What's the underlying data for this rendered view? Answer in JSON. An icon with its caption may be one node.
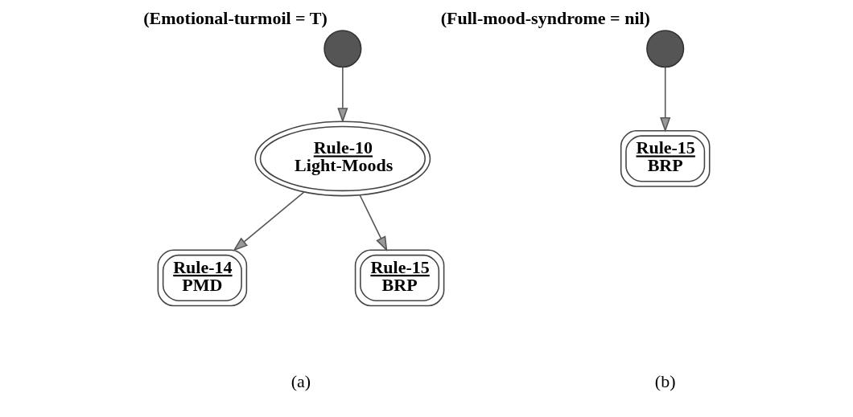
{
  "diagram": {
    "nodes": [
      {
        "text": [],
        "shape": "circle",
        "beside": [
          "(Emotional-turmoil = T)"
        ]
      },
      {
        "text": [
          "Rule-10",
          "Light-Moods"
        ]
      },
      {
        "text": [
          "Rule-14",
          "PMD"
        ]
      },
      {
        "text": [
          "Rule-15",
          "BRP"
        ]
      },
      {
        "text": [],
        "shape": "circle",
        "beside": [
          "(Full-mood-syndrome = nil)"
        ]
      },
      {
        "text": [
          "Rule-15",
          "BRP"
        ]
      }
    ],
    "edges": [
      {
        "from": 0,
        "to": 1,
        "arrow": "to"
      },
      {
        "from": 1,
        "to": 2,
        "arrow": "to"
      },
      {
        "from": 1,
        "to": 3,
        "arrow": "to"
      },
      {
        "from": 4,
        "to": 5,
        "arrow": "to"
      }
    ],
    "labels": [
      "(a)",
      "(b)"
    ]
  }
}
